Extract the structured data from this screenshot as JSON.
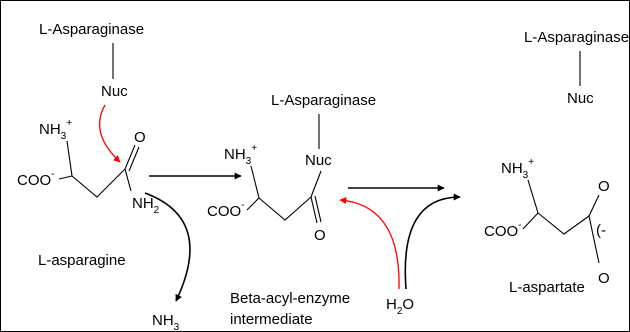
{
  "colors": {
    "electron_arrow": "#ff0000",
    "line": "#000000",
    "background": "#ffffff"
  },
  "enzyme": "L-Asparaginase",
  "nuc": "Nuc",
  "nh3_plus": {
    "base": "NH",
    "sub": "3",
    "sup": "+"
  },
  "coo_minus": {
    "base": "COO",
    "sup": "-"
  },
  "oxygen": "O",
  "nh2": {
    "base": "NH",
    "sub": "2"
  },
  "nh3": {
    "base": "NH",
    "sub": "3"
  },
  "h2o": {
    "base": "H",
    "sub": "2",
    "tail": "O"
  },
  "carboxylate_paren": "(-",
  "names": {
    "reactant": "L-asparagine",
    "intermediate_line1": "Beta-acyl-enzyme",
    "intermediate_line2": "intermediate",
    "product": "L-aspartate"
  }
}
